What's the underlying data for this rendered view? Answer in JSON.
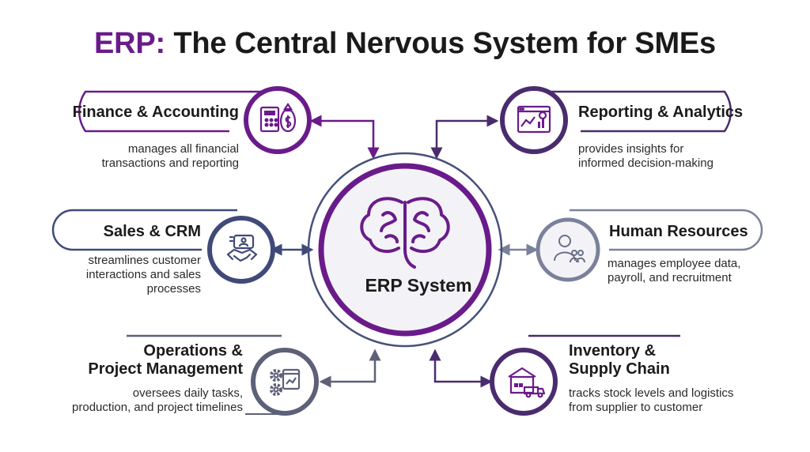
{
  "title": {
    "prefix": "ERP:",
    "rest": " The Central Nervous System for SMEs"
  },
  "core": {
    "label": "ERP System",
    "icon": "brain-icon"
  },
  "modules": {
    "finance": {
      "label": "Finance & Accounting",
      "desc": [
        "manages all financial",
        "transactions and reporting"
      ],
      "icon": "calculator-moneybag-icon"
    },
    "reporting": {
      "label": "Reporting & Analytics",
      "desc": [
        "provides insights for",
        "informed decision-making"
      ],
      "icon": "analytics-dashboard-icon"
    },
    "sales": {
      "label": "Sales & CRM",
      "desc": [
        "streamlines customer",
        "interactions and sales",
        "processes"
      ],
      "icon": "handshake-icon"
    },
    "hr": {
      "label": "Human Resources",
      "desc": [
        "manages employee data,",
        "payroll, and recruitment"
      ],
      "icon": "people-icon"
    },
    "operations": {
      "label": [
        "Operations &",
        "Project Management"
      ],
      "desc": [
        "oversees daily tasks,",
        "production, and project timelines"
      ],
      "icon": "gears-icon"
    },
    "inventory": {
      "label": [
        "Inventory &",
        "Supply Chain"
      ],
      "desc": [
        "tracks stock levels and logistics",
        "from supplier to customer"
      ],
      "icon": "warehouse-truck-icon"
    }
  },
  "colors": {
    "purple": "#6a1b8a",
    "dark_purple": "#4a2c6e",
    "navy": "#3f4a78",
    "slate": "#5d6178",
    "gray_blue": "#7a8199",
    "text": "#1b1b1b"
  }
}
